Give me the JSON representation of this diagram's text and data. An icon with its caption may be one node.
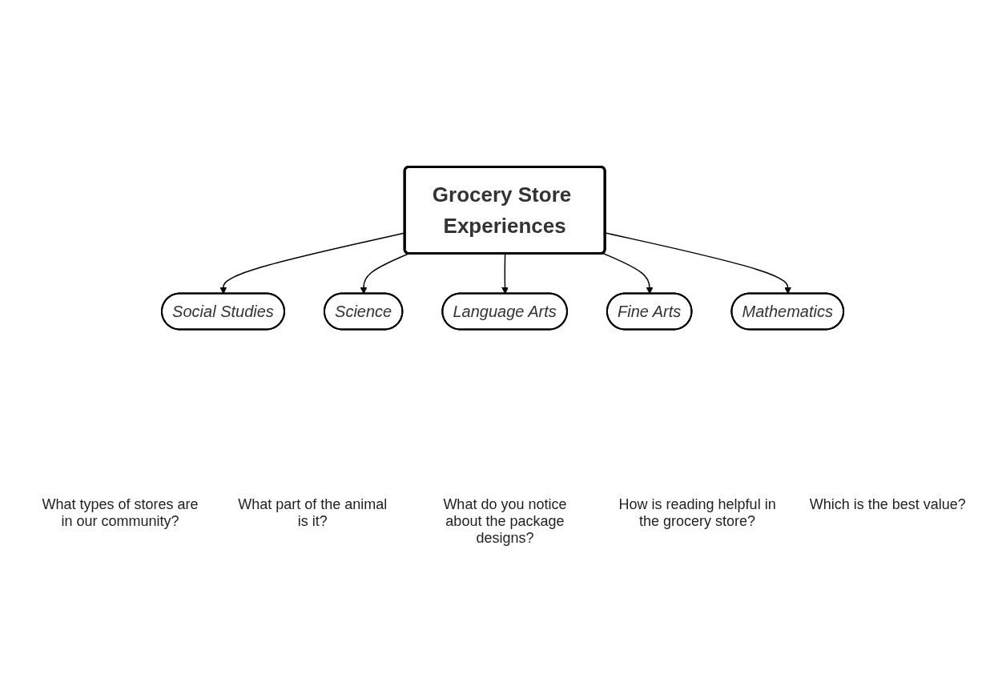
{
  "diagram": {
    "nodes": [
      {
        "text": [
          "Social Studies"
        ]
      },
      {
        "text": [
          "Science"
        ]
      },
      {
        "text": [
          "Grocery Store Experiences"
        ]
      },
      {
        "text": [
          "Language Arts"
        ]
      },
      {
        "text": [
          "Fine Arts"
        ]
      },
      {
        "text": [
          "Mathematics"
        ]
      }
    ],
    "edges": [
      {
        "from": 2,
        "to": 0,
        "arrow": "to"
      },
      {
        "from": 2,
        "to": 1,
        "arrow": "to"
      },
      {
        "from": 2,
        "to": 3,
        "arrow": "to"
      },
      {
        "from": 2,
        "to": 4,
        "arrow": "to"
      },
      {
        "from": 2,
        "to": 5,
        "arrow": "to"
      }
    ],
    "labels": [
      "What types of stores are in our community?",
      "What part of the animal is it?",
      "What do you notice about the package designs?",
      "How is reading helpful in the grocery store?",
      "Which is the best value?"
    ]
  }
}
